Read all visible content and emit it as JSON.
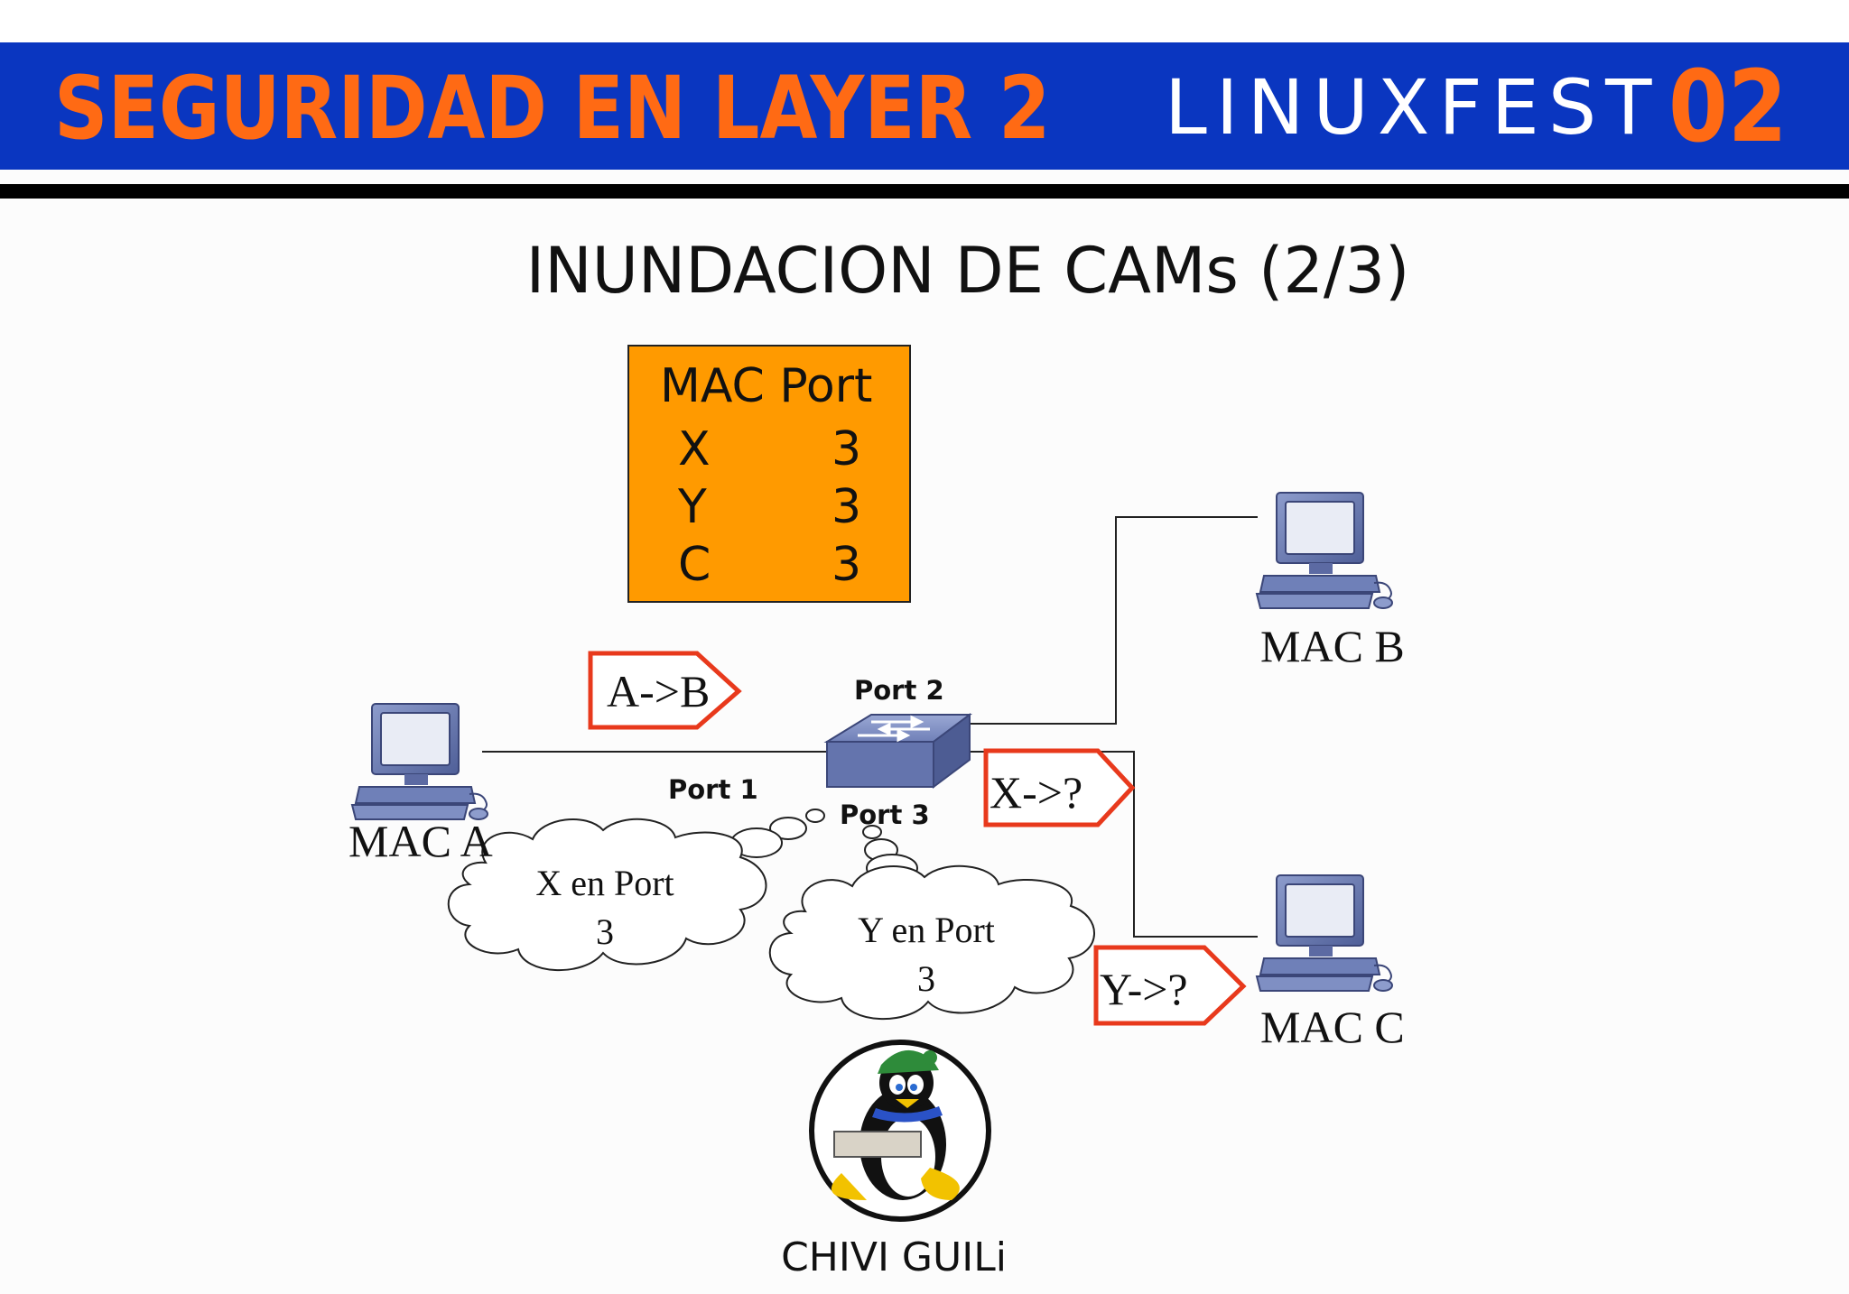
{
  "header": {
    "title": "SEGURIDAD EN LAYER 2",
    "brand_text": "LINUXFEST",
    "brand_number": "02"
  },
  "slide": {
    "title": "INUNDACION DE CAMs (2/3)"
  },
  "cam_table": {
    "header": "MAC Port",
    "rows": [
      {
        "mac": "X",
        "port": "3"
      },
      {
        "mac": "Y",
        "port": "3"
      },
      {
        "mac": "C",
        "port": "3"
      }
    ]
  },
  "network": {
    "host_a": "MAC A",
    "host_b": "MAC B",
    "host_c": "MAC C",
    "port_1": "Port 1",
    "port_2": "Port 2",
    "port_3": "Port 3"
  },
  "frames": {
    "a_to_b": "A->B",
    "x_to_unknown": "X->?",
    "y_to_unknown": "Y->?"
  },
  "clouds": {
    "x_line1": "X en Port",
    "x_line2": "3",
    "y_line1": "Y en Port",
    "y_line2": "3"
  },
  "mascot": {
    "caption": "CHIVI GUILi"
  },
  "colors": {
    "banner": "#0a36c0",
    "accent_orange": "#ff6a14",
    "table_fill": "#ff9a00",
    "frame_border": "#e8391c",
    "device_blue": "#6d7fb5"
  }
}
